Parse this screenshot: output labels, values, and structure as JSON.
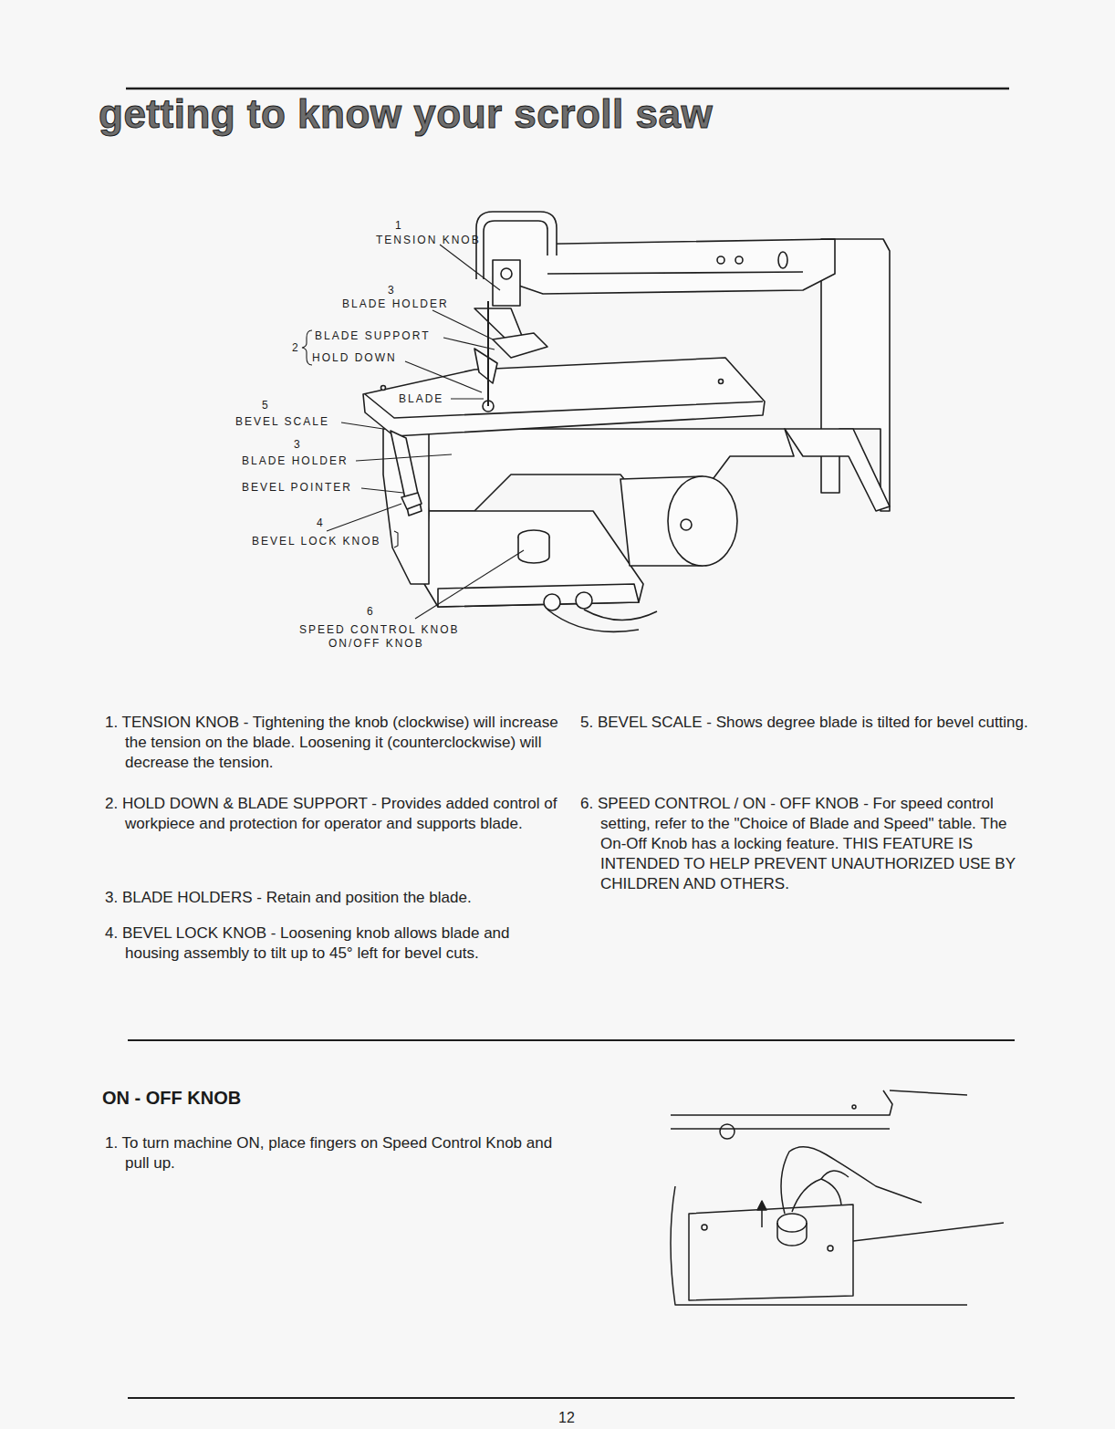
{
  "diagram": {
    "title": "getting to know your scroll saw",
    "labels": [
      "1",
      "TENSION KNOB",
      "3",
      "BLADE HOLDER",
      "BLADE SUPPORT",
      "2",
      "HOLD DOWN",
      "BLADE",
      "5",
      "BEVEL SCALE",
      "3",
      "BLADE HOLDER",
      "BEVEL POINTER",
      "4",
      "BEVEL LOCK KNOB",
      "6",
      "SPEED CONTROL KNOB",
      "ON/OFF KNOB",
      "1. TENSION KNOB - Tightening the knob (clockwise) will increase the tension on the blade. Loosening it (counterclockwise) will decrease the tension.",
      "2. HOLD DOWN & BLADE SUPPORT - Provides added control of workpiece and protection for operator and supports blade.",
      "3. BLADE HOLDERS - Retain and position the blade.",
      "4. BEVEL LOCK KNOB - Loosening knob allows blade and housing assembly to tilt up to 45° left for bevel cuts.",
      "5. BEVEL SCALE - Shows degree blade is tilted for bevel cutting.",
      "6. SPEED CONTROL / ON - OFF KNOB - For speed control setting, refer to the \"Choice of Blade and Speed\" table. The On-Off Knob has a locking feature. THIS FEATURE IS INTENDED TO HELP PREVENT UNAUTHORIZED USE BY CHILDREN AND OTHERS.",
      "ON - OFF KNOB",
      "1. To turn machine ON, place fingers on Speed Control Knob and pull up.",
      "12"
    ]
  }
}
